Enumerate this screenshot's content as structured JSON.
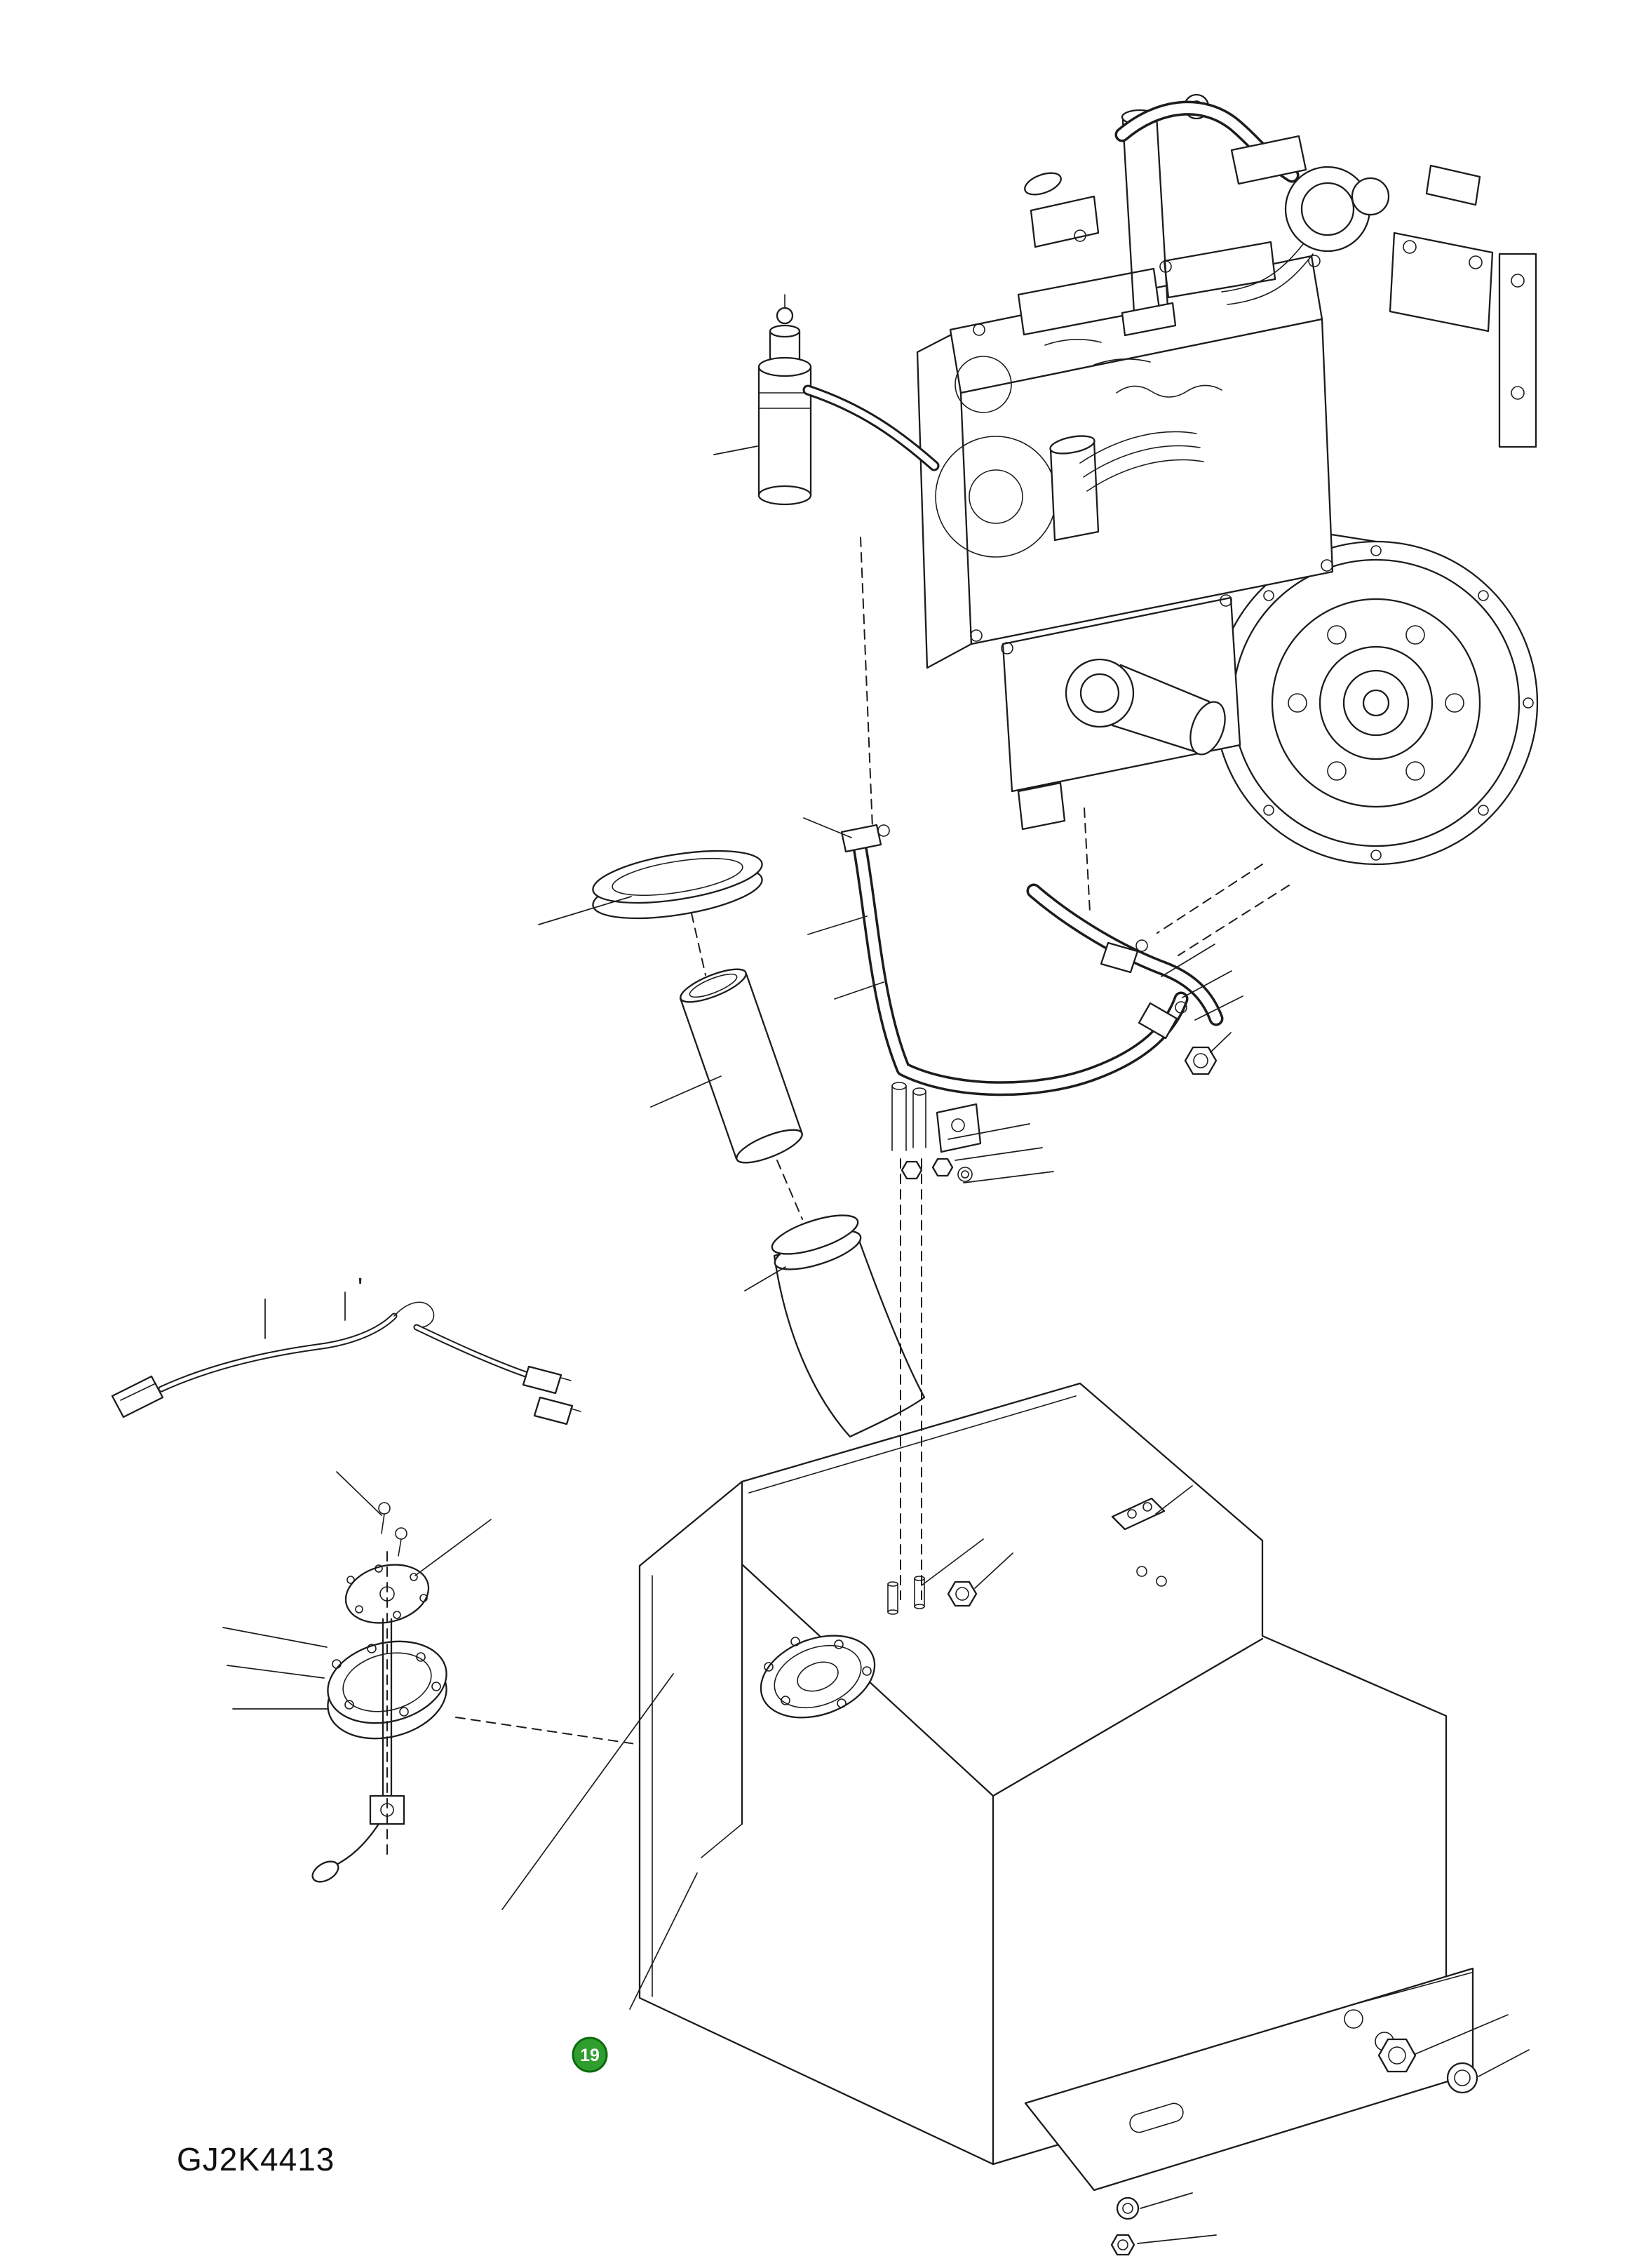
{
  "figure": {
    "code": "GJ2K4413",
    "stray_mark": "'",
    "callout": {
      "label": "19",
      "fill_color": "#2f9e2f",
      "stroke_color": "#0b6b0b",
      "text_color": "#ffffff"
    }
  },
  "drawing": {
    "background_color": "#ffffff",
    "line_color": "#1c1c1c",
    "parts": [
      "engine-assembly",
      "turbocharger",
      "flywheel",
      "engine-block",
      "fuel-filter",
      "starter-motor",
      "fuel-filler-cap",
      "filler-tube",
      "filler-neck",
      "vent-hose-assembly",
      "hose-clamps",
      "tee-fitting",
      "hardware-nuts",
      "fuel-tank",
      "tank-mounting-panel",
      "sender-flange",
      "mounting-spacers",
      "fuel-sender-unit",
      "float-arm",
      "wiring-harness",
      "mounting-plate",
      "drain-plug",
      "bottom-bolt",
      "washer",
      "leader-lines",
      "alignment-lines"
    ]
  }
}
